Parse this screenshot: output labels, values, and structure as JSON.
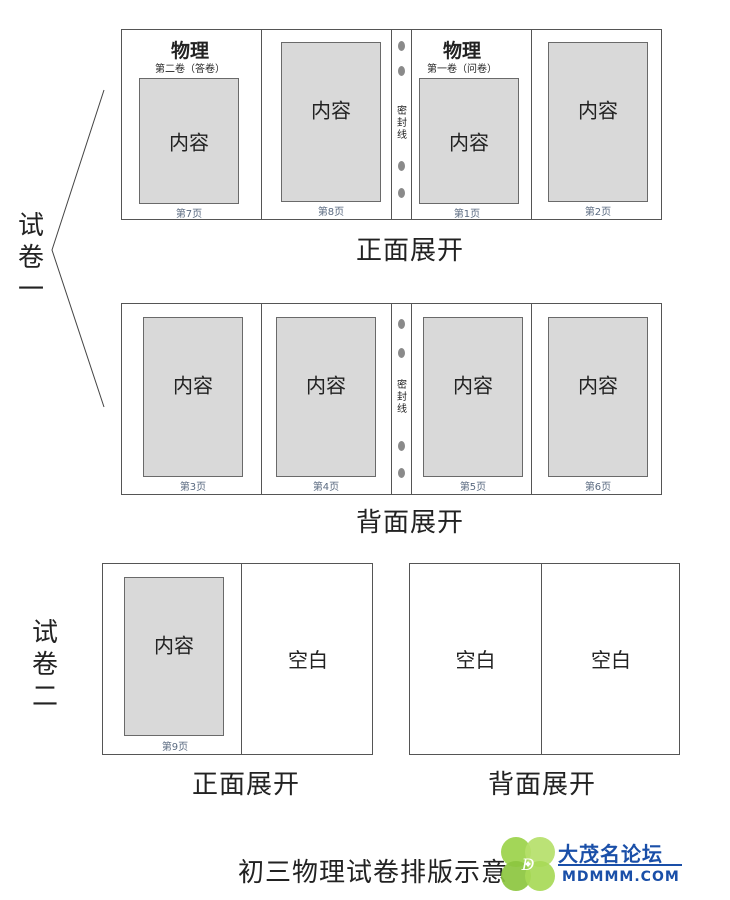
{
  "side_labels": {
    "paper1": "试卷一",
    "paper2": "试卷二"
  },
  "paper1_front": {
    "left_subject": "物理",
    "left_volume": "第二卷（答卷）",
    "right_subject": "物理",
    "right_volume": "第一卷（问卷）",
    "seal_text": "密封线",
    "pages": [
      {
        "content": "内容",
        "number": "第7页"
      },
      {
        "content": "内容",
        "number": "第8页"
      },
      {
        "content": "内容",
        "number": "第1页"
      },
      {
        "content": "内容",
        "number": "第2页"
      }
    ],
    "caption": "正面展开"
  },
  "paper1_back": {
    "seal_text": "密封线",
    "pages": [
      {
        "content": "内容",
        "number": "第3页"
      },
      {
        "content": "内容",
        "number": "第4页"
      },
      {
        "content": "内容",
        "number": "第5页"
      },
      {
        "content": "内容",
        "number": "第6页"
      }
    ],
    "caption": "背面展开"
  },
  "paper2_front": {
    "pages": [
      {
        "content": "内容",
        "number": "第9页"
      },
      {
        "content": "空白"
      }
    ],
    "caption": "正面展开"
  },
  "paper2_back": {
    "pages": [
      {
        "content": "空白"
      },
      {
        "content": "空白"
      }
    ],
    "caption": "背面展开"
  },
  "footer": {
    "title": "初三物理试卷排版",
    "title_tail": "示意",
    "logo_cn": "大茂名论坛",
    "logo_en": "MDMMM.COM"
  },
  "colors": {
    "content_fill": "#d9d9d9",
    "logo_blue": "#1a4fa8",
    "logo_green": "#9bd34a"
  }
}
